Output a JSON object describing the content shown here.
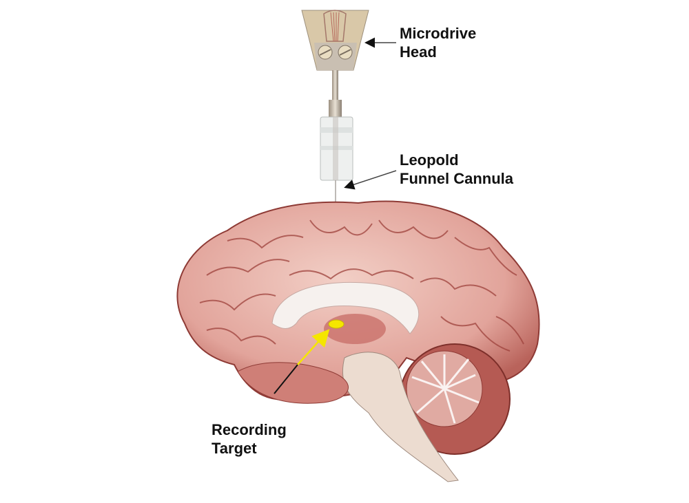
{
  "labels": {
    "microdrive": [
      "Microdrive",
      "Head"
    ],
    "cannula": [
      "Leopold",
      "Funnel Cannula"
    ],
    "target": [
      "Recording",
      "Target"
    ]
  },
  "colors": {
    "brain": "#e3a29a",
    "brain_dark": "#a8453f",
    "white_matter": "#f4ece6",
    "target": "#f5e600",
    "metal": "#cfc2b0",
    "arrow": "#111111"
  }
}
